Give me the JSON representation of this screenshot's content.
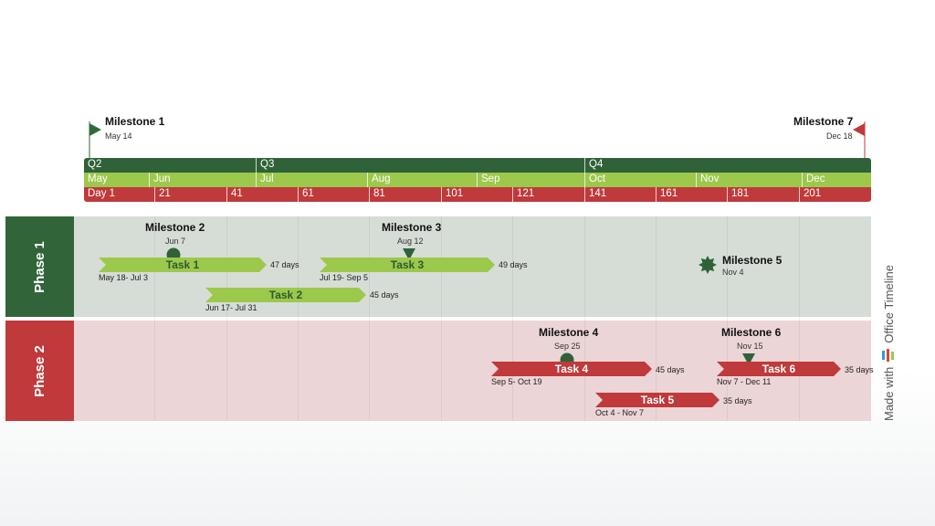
{
  "top_milestones": {
    "left": {
      "title": "Milestone 1",
      "date": "May 14",
      "color": "#2f6b3a"
    },
    "right": {
      "title": "Milestone 7",
      "date": "Dec 18",
      "color": "#c0393b"
    }
  },
  "timescale": {
    "quarters": [
      "Q2",
      "Q3",
      "Q4"
    ],
    "months": [
      "May",
      "Jun",
      "Jul",
      "Aug",
      "Sep",
      "Oct",
      "Nov",
      "Dec"
    ],
    "days": [
      "Day 1",
      "21",
      "41",
      "61",
      "81",
      "101",
      "121",
      "141",
      "161",
      "181",
      "201"
    ],
    "colors": {
      "quarter": "#2f6238",
      "month": "#9cc84b",
      "day": "#c0393b"
    }
  },
  "phases": [
    {
      "label": "Phase 1",
      "color": "#32643a",
      "bg": "#d6ddd6",
      "milestones": [
        {
          "title": "Milestone 2",
          "date": "Jun 7",
          "shape": "circle"
        },
        {
          "title": "Milestone 3",
          "date": "Aug 12",
          "shape": "triangle"
        },
        {
          "title": "Milestone 5",
          "date": "Nov 4",
          "shape": "star"
        }
      ],
      "tasks": [
        {
          "name": "Task 1",
          "range": "May 18- Jul 3",
          "duration": "47 days"
        },
        {
          "name": "Task 3",
          "range": "Jul 19- Sep 5",
          "duration": "49 days"
        },
        {
          "name": "Task 2",
          "range": "Jun 17- Jul 31",
          "duration": "45 days"
        }
      ]
    },
    {
      "label": "Phase 2",
      "color": "#c0393b",
      "bg": "#ecd5d6",
      "milestones": [
        {
          "title": "Milestone 4",
          "date": "Sep 25",
          "shape": "circle"
        },
        {
          "title": "Milestone 6",
          "date": "Nov 15",
          "shape": "triangle"
        }
      ],
      "tasks": [
        {
          "name": "Task 4",
          "range": "Sep 5- Oct 19",
          "duration": "45 days"
        },
        {
          "name": "Task 6",
          "range": "Nov 7 - Dec 11",
          "duration": "35 days"
        },
        {
          "name": "Task 5",
          "range": "Oct 4 - Nov 7",
          "duration": "35 days"
        }
      ]
    }
  ],
  "watermark": {
    "text": "Made with",
    "brand": "Office Timeline"
  }
}
